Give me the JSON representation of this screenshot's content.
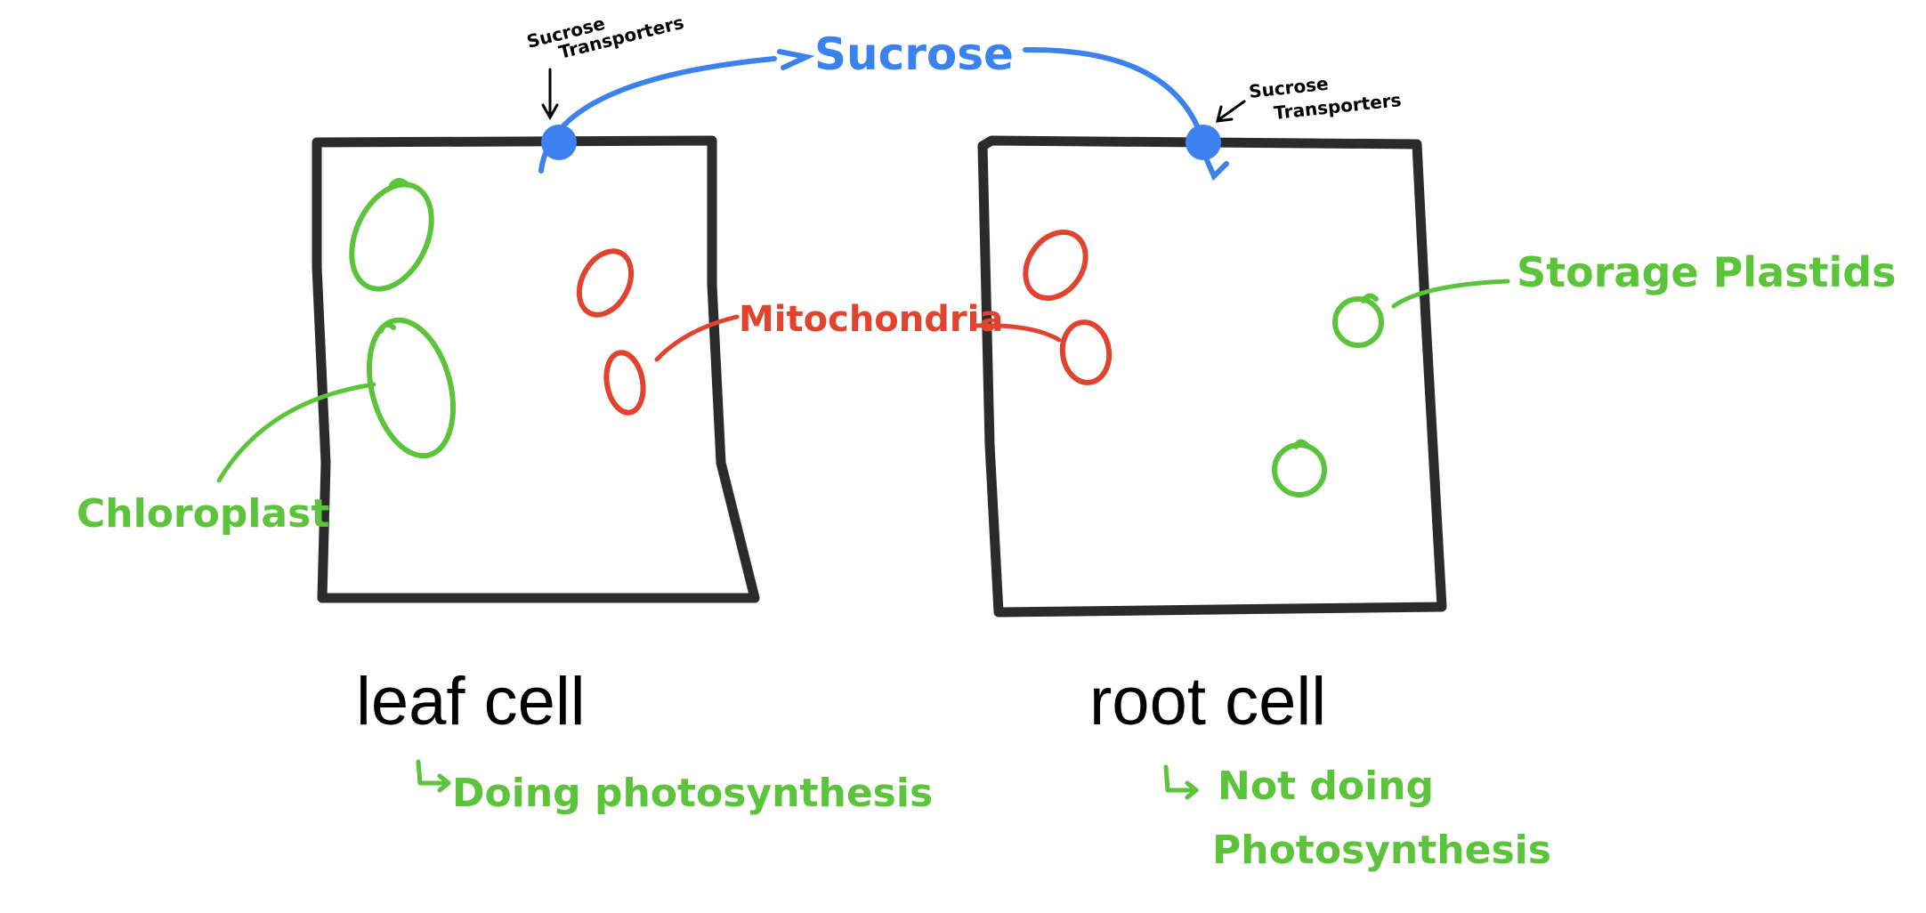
{
  "colors": {
    "cell_outline": "#2b2b2b",
    "green": "#5cc43a",
    "red": "#e2432f",
    "blue": "#3b82ee",
    "text_black": "#000000"
  },
  "labels": {
    "sucrose": "Sucrose",
    "transporter_left": [
      "Sucrose",
      "Transporters"
    ],
    "transporter_right": [
      "Sucrose",
      "Transporters"
    ],
    "mitochondria": "Mitochondria",
    "chloroplast": "Chloroplast",
    "storage_plastids": "Storage Plastids"
  },
  "cells": {
    "leaf": {
      "title": "leaf cell",
      "note": "Doing photosynthesis"
    },
    "root": {
      "title": "root cell",
      "note_lines": [
        "Not doing",
        "Photosynthesis"
      ]
    }
  },
  "icons": {
    "note_arrow": "hooked-right-arrow-icon",
    "transporter": "transporter-dot-icon"
  }
}
